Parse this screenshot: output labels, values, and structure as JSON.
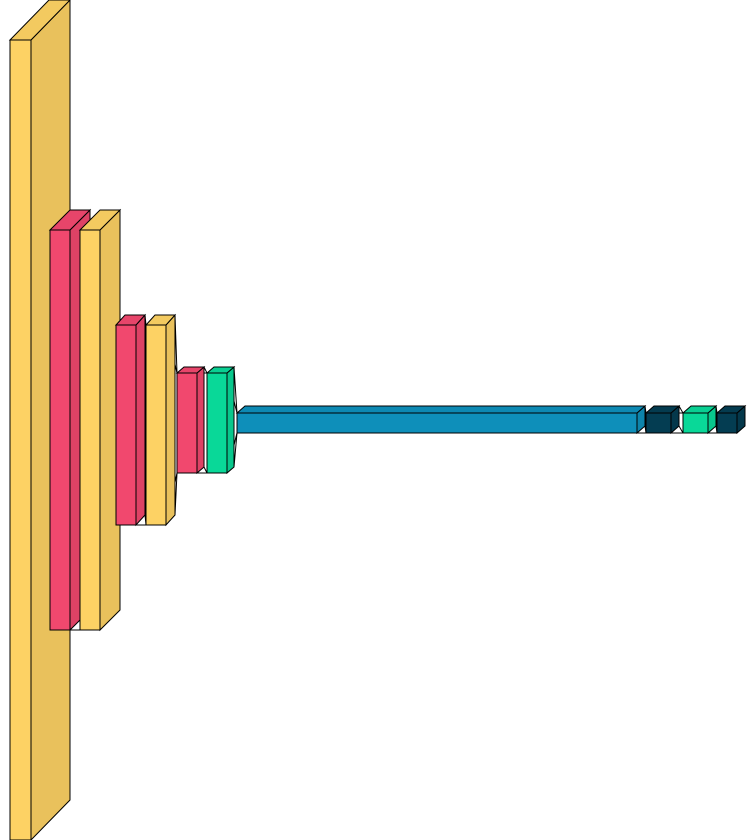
{
  "layer_colors": {
    "conv": "#fdd264",
    "pool": "#f1486e",
    "norm": "#09d898",
    "flatten": "#0e8fba",
    "dense": "#043d52"
  },
  "layers": [
    {
      "name": "layer-1",
      "kind": "conv"
    },
    {
      "name": "layer-2",
      "kind": "pool"
    },
    {
      "name": "layer-3",
      "kind": "conv"
    },
    {
      "name": "layer-4",
      "kind": "pool"
    },
    {
      "name": "layer-5",
      "kind": "conv"
    },
    {
      "name": "layer-6",
      "kind": "pool"
    },
    {
      "name": "layer-7",
      "kind": "norm"
    },
    {
      "name": "layer-8",
      "kind": "flatten"
    },
    {
      "name": "layer-9",
      "kind": "dense"
    },
    {
      "name": "layer-10",
      "kind": "norm"
    },
    {
      "name": "layer-11",
      "kind": "dense"
    }
  ]
}
